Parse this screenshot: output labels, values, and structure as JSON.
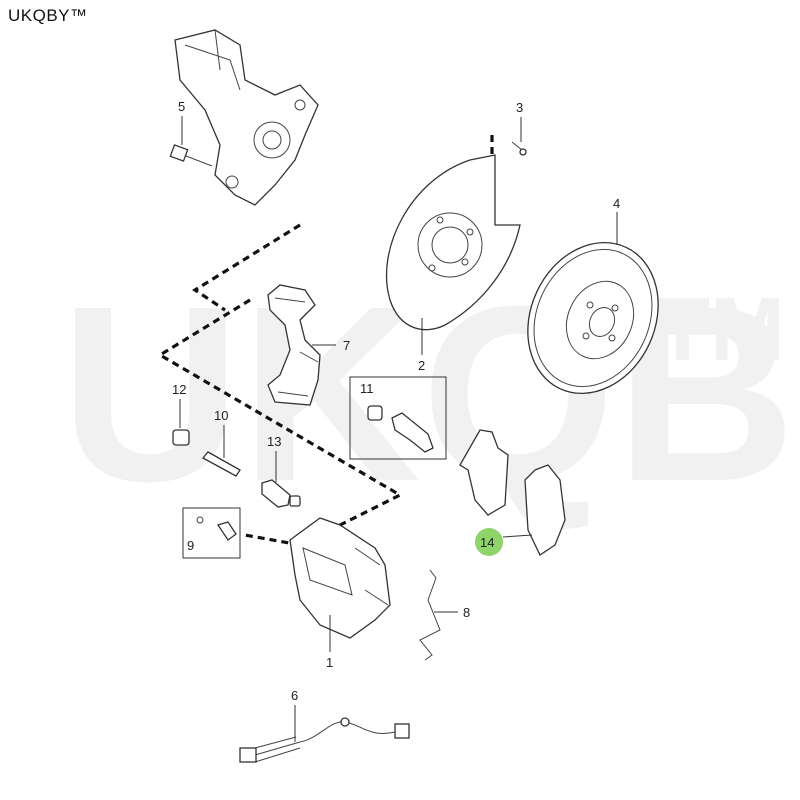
{
  "brand": "UKQBY™",
  "watermark": {
    "text": "UKQBY",
    "tm": "TM"
  },
  "callouts": {
    "c1": "1",
    "c2": "2",
    "c3": "3",
    "c4": "4",
    "c5": "5",
    "c6": "6",
    "c7": "7",
    "c8": "8",
    "c9": "9",
    "c10": "10",
    "c11": "11",
    "c12": "12",
    "c13": "13",
    "c14": "14"
  },
  "colors": {
    "highlight": "#8fd36a",
    "line": "#333333",
    "watermark": "#f1f1f1"
  }
}
